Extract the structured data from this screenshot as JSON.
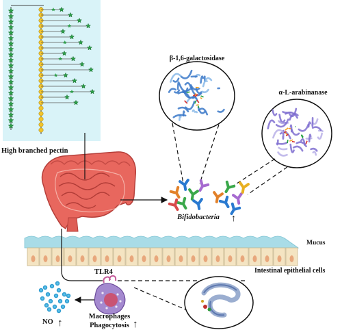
{
  "labels": {
    "pectin": "High branched pectin",
    "galactosidase": "β-1,6-galactosidase",
    "arabinanase": "α-L-arabinanase",
    "bifido": "Bifidobacteria",
    "mucus": "Mucus",
    "epithelial": "Intestinal epithelial cells",
    "tlr4": "TLR4",
    "no": "NO",
    "macrophages": "Macrophages",
    "phagocytosis": "Phagocytosis"
  },
  "arrows": {
    "bifido": "↑",
    "no": "↑",
    "phagocytosis": "↑"
  },
  "colors": {
    "panel_bg": "#d8f3f8",
    "gal_bead": "#f3c52b",
    "ara_star": "#2ea04a",
    "intestine": "#e8675e",
    "mucus": "#a8dbe6",
    "epithelium": "#f4e4c2",
    "protein_blue": "#3a78c8",
    "protein_violet": "#7f6fd0"
  }
}
